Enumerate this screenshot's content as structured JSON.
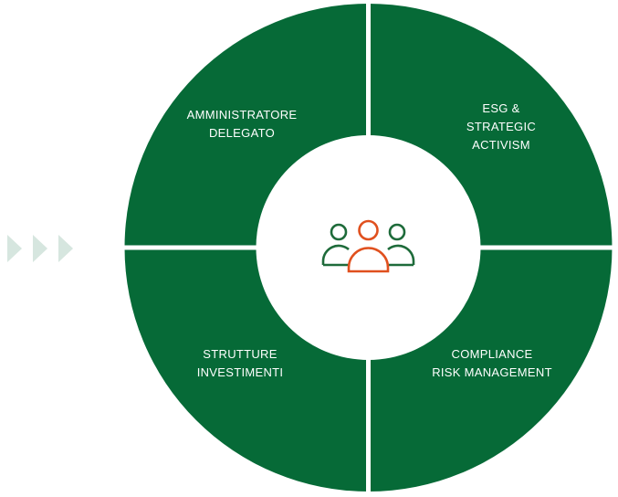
{
  "colors": {
    "segment": "#066a37",
    "icon_green": "#1e6b3a",
    "icon_orange": "#e0501e",
    "arrow": "#d6e6df"
  },
  "center_icon": "team-icon",
  "segments": [
    {
      "lines": [
        "AMMINISTRATORE",
        "DELEGATO"
      ]
    },
    {
      "lines": [
        "ESG &",
        "STRATEGIC",
        "ACTIVISM"
      ]
    },
    {
      "lines": [
        "STRUTTURE",
        "INVESTIMENTI"
      ]
    },
    {
      "lines": [
        "COMPLIANCE",
        "RISK MANAGEMENT"
      ]
    }
  ]
}
